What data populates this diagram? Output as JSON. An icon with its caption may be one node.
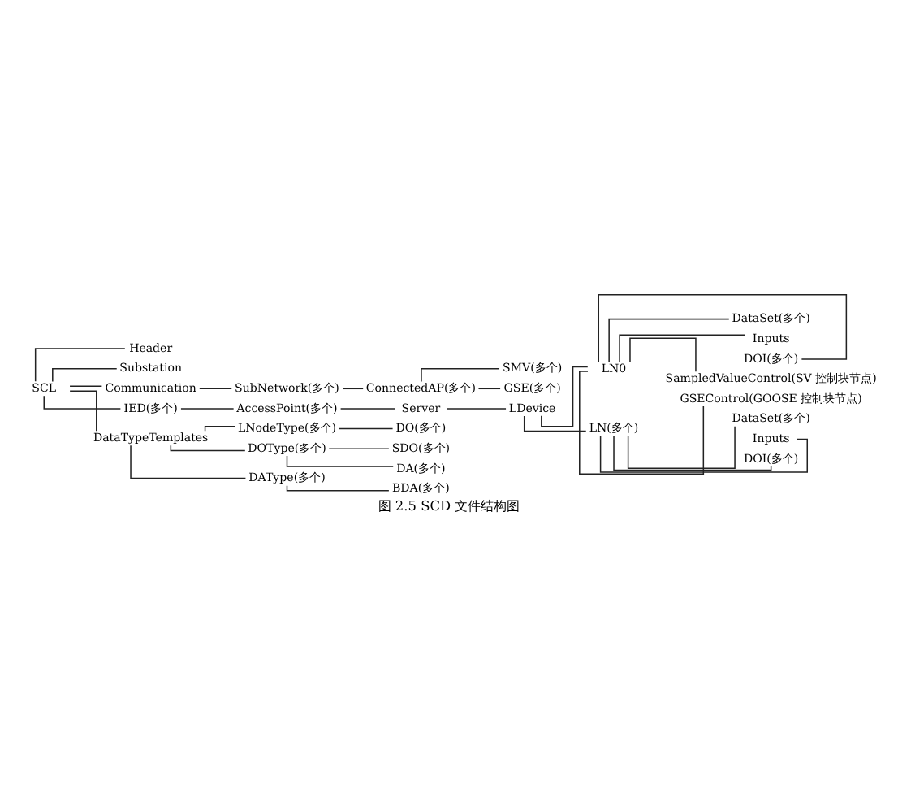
{
  "diagram": {
    "caption": "图 2.5 SCD 文件结构图",
    "nodes": [
      {
        "text": [
          "SCL"
        ]
      },
      {
        "text": [
          "Header"
        ]
      },
      {
        "text": [
          "Substation"
        ]
      },
      {
        "text": [
          "Communication"
        ]
      },
      {
        "text": [
          "SubNetwork(多个)"
        ]
      },
      {
        "text": [
          "ConnectedAP(多个)"
        ]
      },
      {
        "text": [
          "SMV(多个)"
        ]
      },
      {
        "text": [
          "GSE(多个)"
        ]
      },
      {
        "text": [
          "IED(多个)"
        ]
      },
      {
        "text": [
          "AccessPoint(多个)"
        ]
      },
      {
        "text": [
          "Server"
        ]
      },
      {
        "text": [
          "LDevice"
        ]
      },
      {
        "text": [
          "LN0"
        ]
      },
      {
        "text": [
          "DataSet(多个)"
        ]
      },
      {
        "text": [
          "Inputs"
        ]
      },
      {
        "text": [
          "DOI(多个)"
        ]
      },
      {
        "text": [
          "SampledValueControl(SV 控制块节点)"
        ]
      },
      {
        "text": [
          "GSEControl(GOOSE 控制块节点)"
        ]
      },
      {
        "text": [
          "LN(多个)"
        ]
      },
      {
        "text": [
          "DataSet(多个)"
        ]
      },
      {
        "text": [
          "Inputs"
        ]
      },
      {
        "text": [
          "DOI(多个)"
        ]
      },
      {
        "text": [
          "DataTypeTemplates"
        ]
      },
      {
        "text": [
          "LNodeType(多个)"
        ]
      },
      {
        "text": [
          "DO(多个)"
        ]
      },
      {
        "text": [
          "DOType(多个)"
        ]
      },
      {
        "text": [
          "SDO(多个)"
        ]
      },
      {
        "text": [
          "DA(多个)"
        ]
      },
      {
        "text": [
          "DAType(多个)"
        ]
      },
      {
        "text": [
          "BDA(多个)"
        ]
      }
    ],
    "edges": [
      {
        "from": 0,
        "to": 1,
        "arrow": "none"
      },
      {
        "from": 0,
        "to": 2,
        "arrow": "none"
      },
      {
        "from": 0,
        "to": 3,
        "arrow": "none"
      },
      {
        "from": 3,
        "to": 4,
        "arrow": "none"
      },
      {
        "from": 4,
        "to": 5,
        "arrow": "none"
      },
      {
        "from": 5,
        "to": 6,
        "arrow": "none"
      },
      {
        "from": 5,
        "to": 7,
        "arrow": "none"
      },
      {
        "from": 0,
        "to": 8,
        "arrow": "none"
      },
      {
        "from": 8,
        "to": 9,
        "arrow": "none"
      },
      {
        "from": 9,
        "to": 10,
        "arrow": "none"
      },
      {
        "from": 10,
        "to": 11,
        "arrow": "none"
      },
      {
        "from": 11,
        "to": 12,
        "arrow": "none"
      },
      {
        "from": 12,
        "to": 13,
        "arrow": "none"
      },
      {
        "from": 12,
        "to": 14,
        "arrow": "none"
      },
      {
        "from": 12,
        "to": 15,
        "arrow": "none"
      },
      {
        "from": 12,
        "to": 16,
        "arrow": "none"
      },
      {
        "from": 12,
        "to": 17,
        "arrow": "none"
      },
      {
        "from": 11,
        "to": 18,
        "arrow": "none"
      },
      {
        "from": 18,
        "to": 19,
        "arrow": "none"
      },
      {
        "from": 18,
        "to": 20,
        "arrow": "none"
      },
      {
        "from": 18,
        "to": 21,
        "arrow": "none"
      },
      {
        "from": 0,
        "to": 22,
        "arrow": "none"
      },
      {
        "from": 22,
        "to": 23,
        "arrow": "none"
      },
      {
        "from": 23,
        "to": 24,
        "arrow": "none"
      },
      {
        "from": 22,
        "to": 25,
        "arrow": "none"
      },
      {
        "from": 25,
        "to": 26,
        "arrow": "none"
      },
      {
        "from": 25,
        "to": 27,
        "arrow": "none"
      },
      {
        "from": 22,
        "to": 28,
        "arrow": "none"
      },
      {
        "from": 28,
        "to": 29,
        "arrow": "none"
      }
    ]
  }
}
